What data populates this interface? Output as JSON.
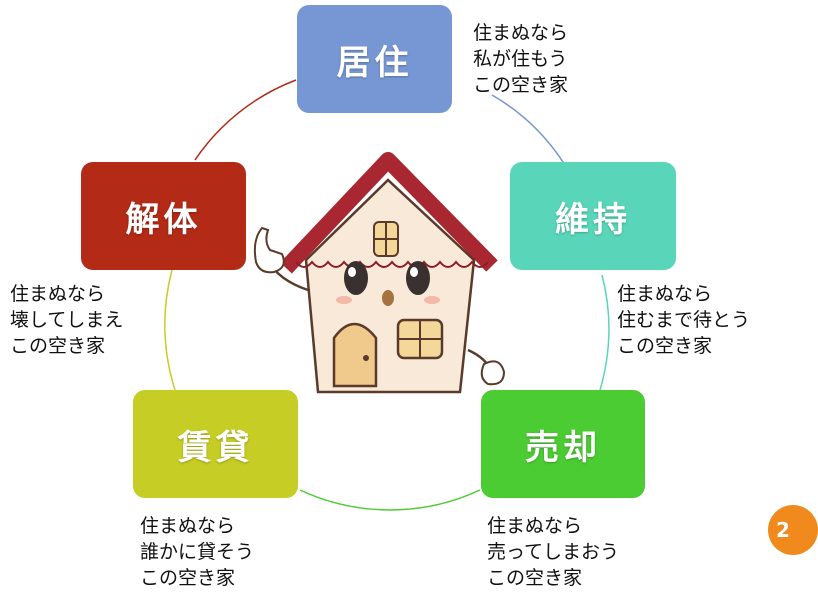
{
  "cycle": {
    "stages": [
      {
        "label": "居住",
        "color": "#7797d4",
        "lines": [
          "住まぬなら",
          "私が住もう",
          "この空き家"
        ]
      },
      {
        "label": "維持",
        "color": "#59d6b9",
        "lines": [
          "住まぬなら",
          "住むまで待とう",
          "この空き家"
        ]
      },
      {
        "label": "売却",
        "color": "#4ccc33",
        "lines": [
          "住まぬなら",
          "売ってしまおう",
          "この空き家"
        ]
      },
      {
        "label": "賃貸",
        "color": "#c6cd24",
        "lines": [
          "住まぬなら",
          "誰かに貸そう",
          "この空き家"
        ]
      },
      {
        "label": "解体",
        "color": "#b32a16",
        "lines": [
          "住まぬなら",
          "壊してしまえ",
          "この空き家"
        ]
      }
    ]
  },
  "page_number": "2"
}
